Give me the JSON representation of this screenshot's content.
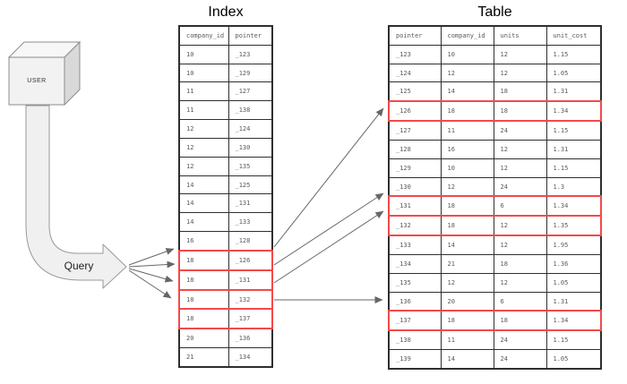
{
  "diagram": {
    "user_label": "USER",
    "query_label": "Query"
  },
  "index_table": {
    "title": "Index",
    "headers": [
      "company_id",
      "pointer"
    ],
    "rows": [
      [
        "10",
        "_123"
      ],
      [
        "10",
        "_129"
      ],
      [
        "11",
        "_127"
      ],
      [
        "11",
        "_138"
      ],
      [
        "12",
        "_124"
      ],
      [
        "12",
        "_130"
      ],
      [
        "12",
        "_135"
      ],
      [
        "14",
        "_125"
      ],
      [
        "14",
        "_131"
      ],
      [
        "14",
        "_133"
      ],
      [
        "16",
        "_128"
      ],
      [
        "18",
        "_126"
      ],
      [
        "18",
        "_131"
      ],
      [
        "18",
        "_132"
      ],
      [
        "18",
        "_137"
      ],
      [
        "20",
        "_136"
      ],
      [
        "21",
        "_134"
      ]
    ],
    "highlighted_rows": [
      11,
      12,
      13,
      14
    ]
  },
  "main_table": {
    "title": "Table",
    "headers": [
      "pointer",
      "company_id",
      "units",
      "unit_cost"
    ],
    "rows": [
      [
        "_123",
        "10",
        "12",
        "1.15"
      ],
      [
        "_124",
        "12",
        "12",
        "1.05"
      ],
      [
        "_125",
        "14",
        "18",
        "1.31"
      ],
      [
        "_126",
        "18",
        "18",
        "1.34"
      ],
      [
        "_127",
        "11",
        "24",
        "1.15"
      ],
      [
        "_128",
        "16",
        "12",
        "1.31"
      ],
      [
        "_129",
        "10",
        "12",
        "1.15"
      ],
      [
        "_130",
        "12",
        "24",
        "1.3"
      ],
      [
        "_131",
        "18",
        "6",
        "1.34"
      ],
      [
        "_132",
        "18",
        "12",
        "1.35"
      ],
      [
        "_133",
        "14",
        "12",
        "1.95"
      ],
      [
        "_134",
        "21",
        "18",
        "1.36"
      ],
      [
        "_135",
        "12",
        "12",
        "1.05"
      ],
      [
        "_136",
        "20",
        "6",
        "1.31"
      ],
      [
        "_137",
        "18",
        "18",
        "1.34"
      ],
      [
        "_138",
        "11",
        "24",
        "1.15"
      ],
      [
        "_139",
        "14",
        "24",
        "1.05"
      ]
    ],
    "highlighted_rows": [
      3,
      8,
      9,
      14
    ]
  },
  "colors": {
    "highlight": "#f24a4a",
    "table_border": "#2f2f2f",
    "cell_text": "#595959",
    "line": "#666666",
    "arrow_fill": "#f0f0f0",
    "arrow_stroke": "#999999",
    "cube_front": "#f2f2f2",
    "cube_top": "#f7f7f7",
    "cube_side": "#d9d9d9",
    "cube_stroke": "#8c8c8c"
  }
}
